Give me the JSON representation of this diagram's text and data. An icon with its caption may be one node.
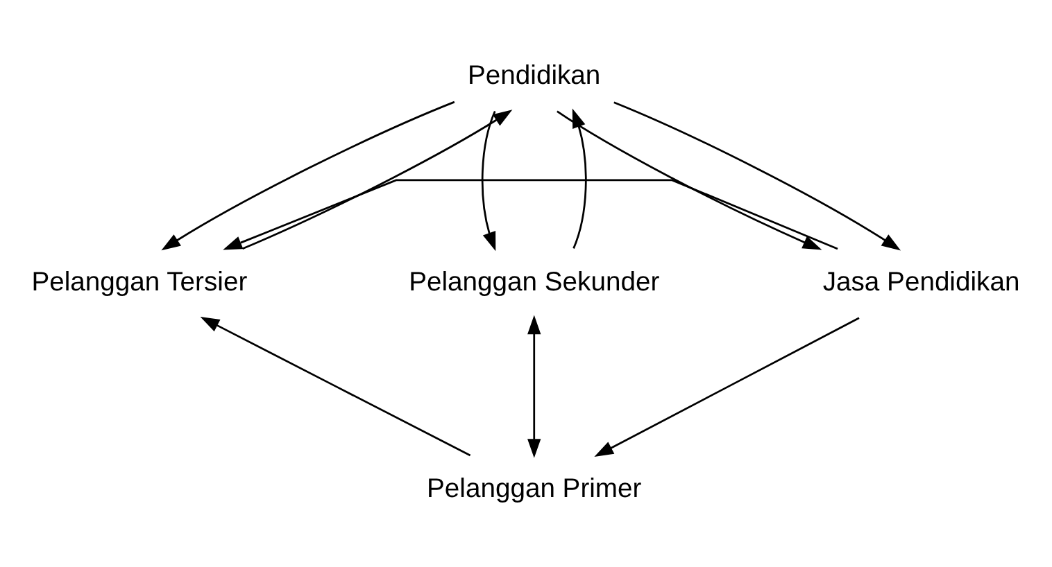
{
  "diagram": {
    "nodes": [
      {
        "text": [
          "Pendidikan"
        ]
      },
      {
        "text": [
          "Pelanggan Tersier"
        ]
      },
      {
        "text": [
          "Pelanggan Sekunder"
        ]
      },
      {
        "text": [
          "Jasa Pendidikan"
        ]
      },
      {
        "text": [
          "Pelanggan Primer"
        ]
      }
    ],
    "edges": [
      {
        "from": 0,
        "to": 1,
        "arrow": "to"
      },
      {
        "from": 1,
        "to": 0,
        "arrow": "to"
      },
      {
        "from": 0,
        "to": 2,
        "arrow": "to"
      },
      {
        "from": 2,
        "to": 0,
        "arrow": "to"
      },
      {
        "from": 0,
        "to": 3,
        "arrow": "to"
      },
      {
        "from": 0,
        "to": 3,
        "arrow": "to"
      },
      {
        "from": 3,
        "to": 1,
        "arrow": "to"
      },
      {
        "from": 2,
        "to": 4,
        "arrow": "both"
      },
      {
        "from": 3,
        "to": 4,
        "arrow": "to"
      },
      {
        "from": 4,
        "to": 1,
        "arrow": "to"
      }
    ]
  }
}
